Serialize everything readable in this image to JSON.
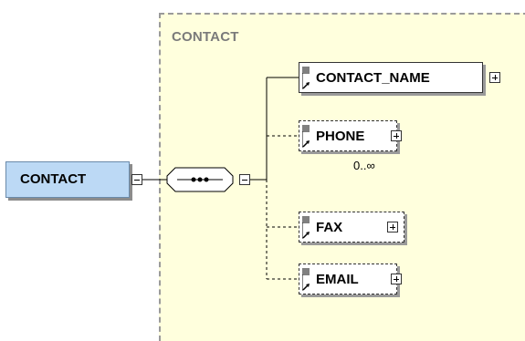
{
  "type": {
    "label": "CONTACT"
  },
  "root": {
    "label": "CONTACT"
  },
  "children": [
    {
      "label": "CONTACT_NAME",
      "optional": false
    },
    {
      "label": "PHONE",
      "optional": true,
      "occurrence": "0..∞"
    },
    {
      "label": "FAX",
      "optional": true
    },
    {
      "label": "EMAIL",
      "optional": true
    }
  ]
}
